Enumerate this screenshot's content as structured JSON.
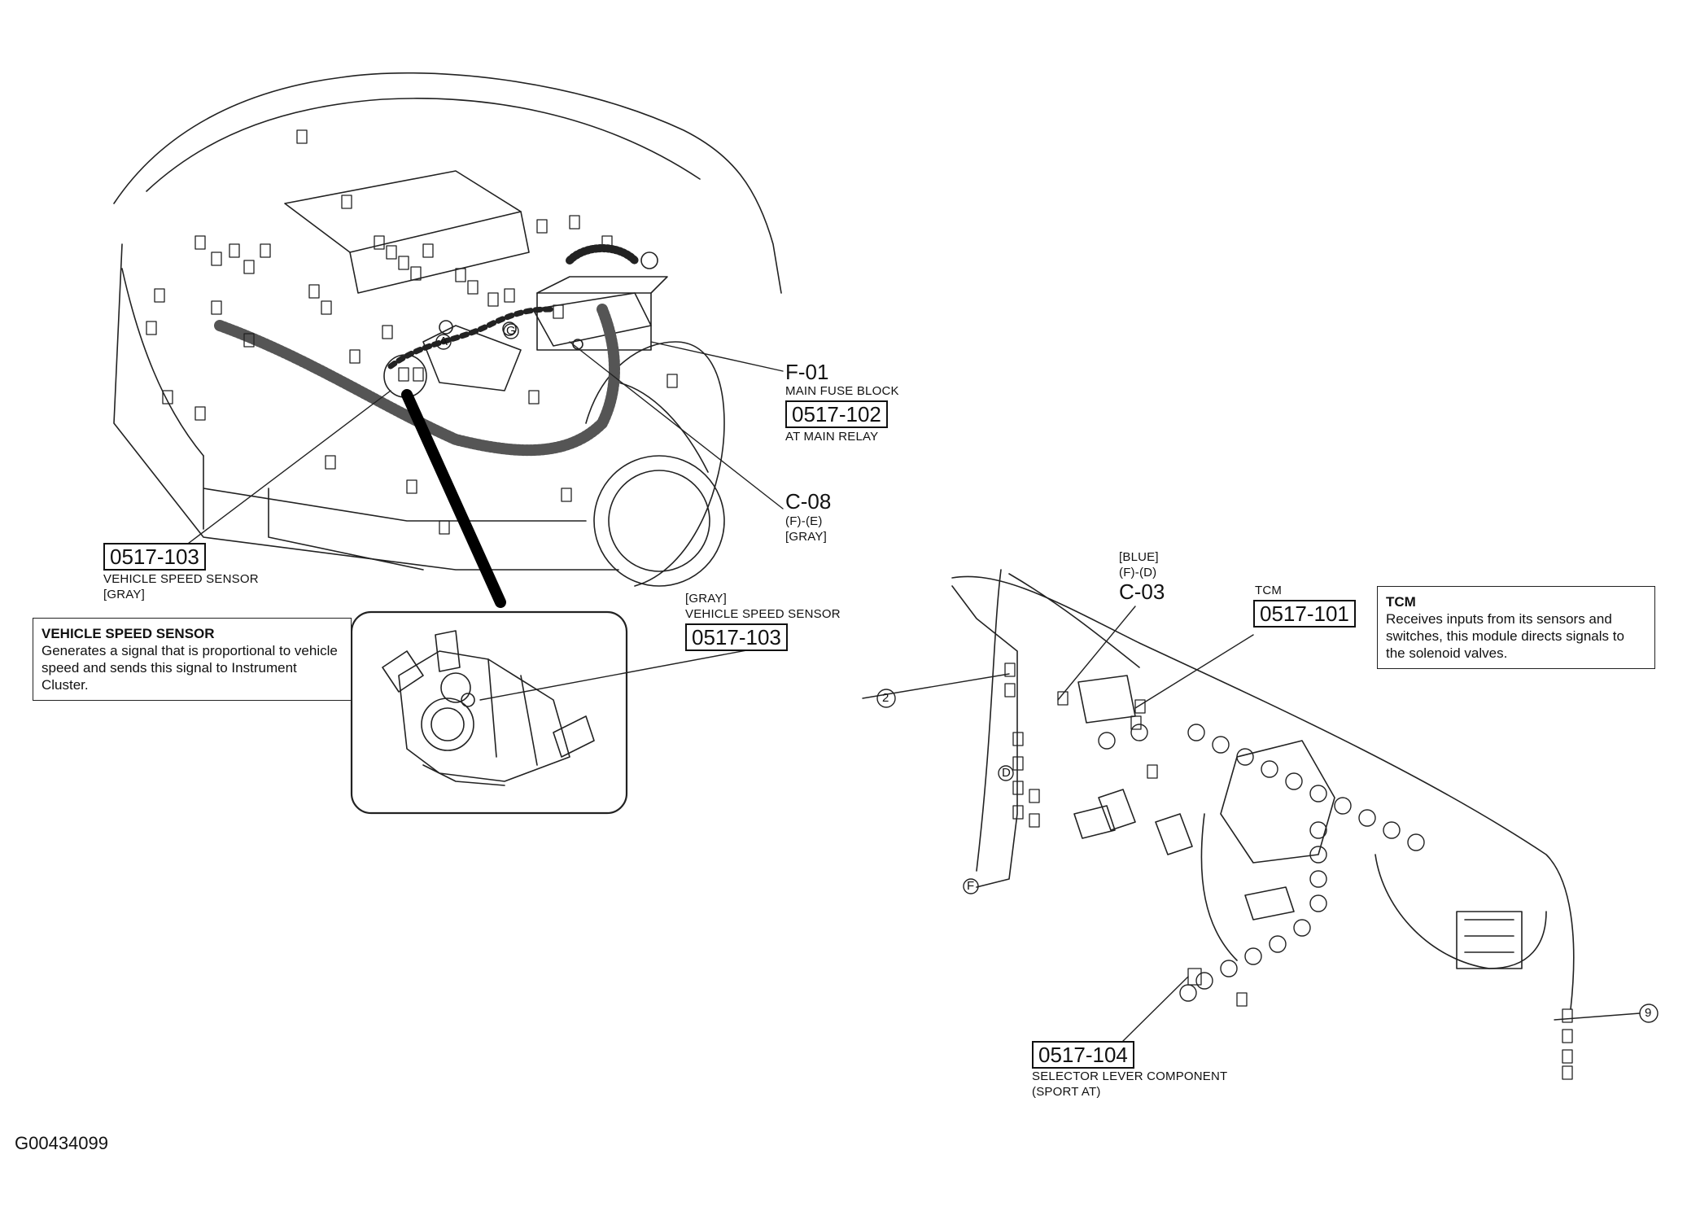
{
  "labels": {
    "f01": {
      "code": "F-01",
      "name": "MAIN FUSE BLOCK",
      "ref": "0517-102",
      "sub": "AT MAIN RELAY"
    },
    "c08": {
      "code": "C-08",
      "pins": "(F)-(E)",
      "color": "[GRAY]"
    },
    "vss_main": {
      "ref": "0517-103",
      "name": "VEHICLE SPEED SENSOR",
      "color": "[GRAY]"
    },
    "vss_detail": {
      "color": "[GRAY]",
      "name": "VEHICLE SPEED SENSOR",
      "ref": "0517-103"
    },
    "c03": {
      "color": "[BLUE]",
      "pins": "(F)-(D)",
      "code": "C-03"
    },
    "tcm": {
      "name": "TCM",
      "ref": "0517-101"
    },
    "selector": {
      "ref": "0517-104",
      "name": "SELECTOR LEVER COMPONENT",
      "sub": "(SPORT AT)"
    }
  },
  "descriptions": {
    "vss": {
      "title": "VEHICLE SPEED SENSOR",
      "text": "Generates a signal that is proportional to vehicle speed and sends this signal to Instrument Cluster."
    },
    "tcm": {
      "title": "TCM",
      "text": "Receives inputs from its sensors and switches, this module directs signals to the solenoid valves."
    }
  },
  "markers": {
    "a": "A",
    "g": "G",
    "d": "D",
    "f": "F",
    "two": "2",
    "nine": "9"
  },
  "figure_id": "G00434099",
  "colors": {
    "ink": "#111111",
    "background": "#ffffff"
  }
}
